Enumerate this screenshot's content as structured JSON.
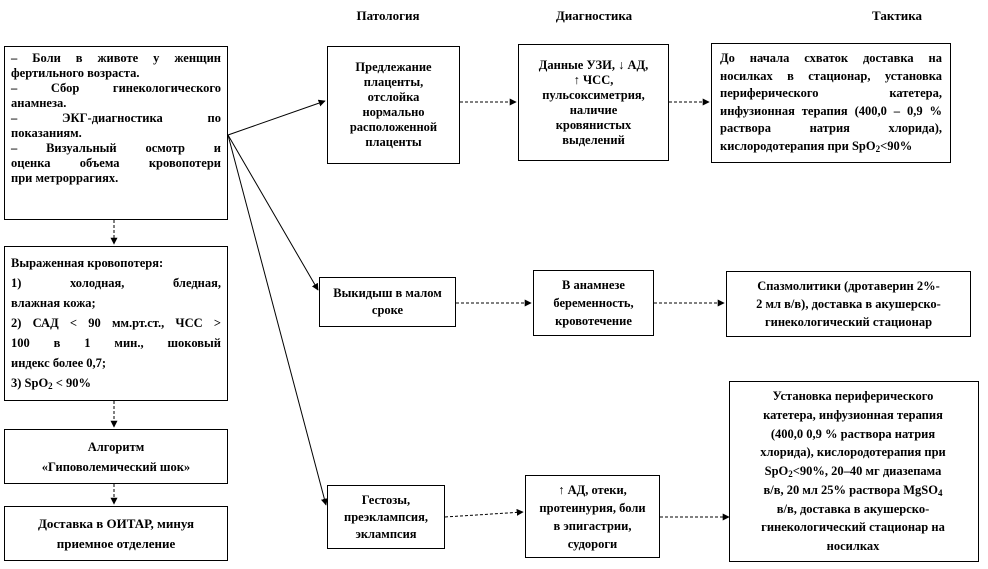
{
  "headers": {
    "pathology": "Патология",
    "diagnostics": "Диагностика",
    "tactics": "Тактика"
  },
  "symptoms": {
    "lines": [
      "– Боли в животе у женщин",
      "фертильного возраста.",
      "– Сбор гинекологического",
      "анамнеза.",
      "– ЭКГ-диагностика по",
      "показаниям.",
      "– Визуальный осмотр и",
      "оценка объема кровопотери",
      "при метроррагиях."
    ]
  },
  "blood_loss": {
    "lines": [
      "Выраженная кровопотеря:",
      "1) холодная, бледная,",
      "влажная кожа;",
      "2) САД < 90 мм.рт.ст., ЧСС >",
      "100 в 1 мин., шоковый",
      "индекс более 0,7;",
      "3) SpO₂ < 90%"
    ]
  },
  "algorithm": {
    "lines": [
      "Алгоритм",
      "«Гиповолемический шок»"
    ]
  },
  "delivery": {
    "lines": [
      "Доставка в ОИТАР, минуя",
      "приемное отделение"
    ]
  },
  "pathologies": [
    {
      "lines": [
        "Предлежание",
        "плаценты,",
        "отслойка",
        "нормально",
        "расположенной",
        "плаценты"
      ]
    },
    {
      "lines": [
        "Выкидыш в малом",
        "сроке"
      ]
    },
    {
      "lines": [
        "Гестозы,",
        "преэклампсия,",
        "эклампсия"
      ]
    }
  ],
  "diagnostics": [
    {
      "lines": [
        "Данные УЗИ, ↓ АД,",
        "↑ ЧСС,",
        "пульсоксиметрия,",
        "наличие",
        "кровянистых",
        "выделений"
      ]
    },
    {
      "lines": [
        "В анамнезе",
        "беременность,",
        "кровотечение"
      ]
    },
    {
      "lines": [
        "↑ АД, отеки,",
        "протеинурия, боли",
        "в эпигастрии,",
        "судороги"
      ]
    }
  ],
  "tactics": [
    {
      "lines": [
        "До начала схваток доставка на",
        "носилках в стационар, установка",
        "периферического катетера,",
        "инфузионная терапия (400,0 – 0,9 %",
        "раствора натрия хлорида),",
        "кислородотерапия при SpO₂<90%"
      ]
    },
    {
      "lines": [
        "Спазмолитики (дротаверин 2%-",
        "2 мл в/в), доставка в акушерско-",
        "гинекологический стационар"
      ]
    },
    {
      "lines": [
        "Установка периферического",
        "катетера, инфузионная терапия",
        "(400,0 0,9 % раствора натрия",
        "хлорида), кислородотерапия при",
        "SpO₂<90%, 20–40 мг диазепама",
        "в/в, 20 мл 25% раствора MgSO₄",
        "в/в, доставка в акушерско-",
        "гинекологический стационар на",
        "носилках"
      ]
    }
  ]
}
